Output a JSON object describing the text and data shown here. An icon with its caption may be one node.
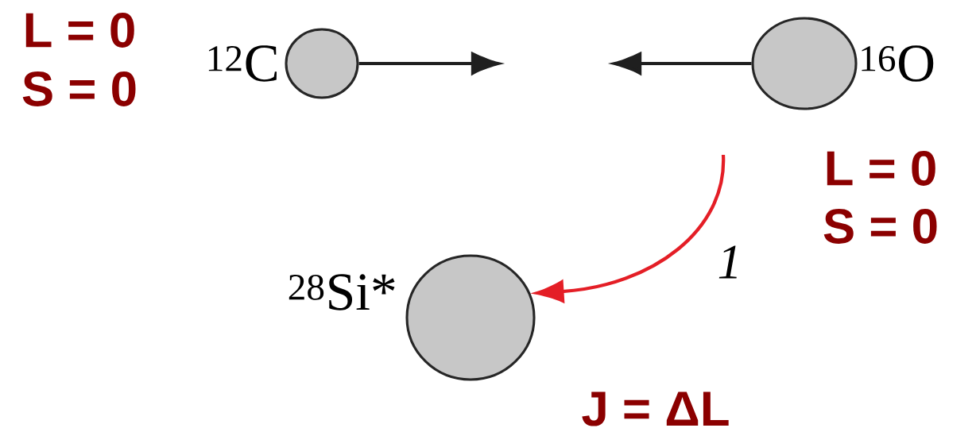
{
  "diagram": {
    "nodes": [
      {
        "text": [],
        "shape": "circle",
        "beside": [
          "$^{12}$C",
          "L = 0",
          "S = 0"
        ]
      },
      {
        "text": [],
        "shape": "circle",
        "beside": [
          "$^{16}$O",
          "L = 0",
          "S = 0"
        ]
      },
      {
        "text": [],
        "shape": "circle",
        "beside": [
          "$^{28}$Si*",
          "J = ΔL"
        ]
      }
    ],
    "edges": [
      {
        "from": 0,
        "to": null,
        "arrow": "to"
      },
      {
        "from": 1,
        "to": null,
        "arrow": "to"
      },
      {
        "from": null,
        "to": 2,
        "arrow": "to",
        "label": "1",
        "color": "#e41e26"
      }
    ]
  }
}
